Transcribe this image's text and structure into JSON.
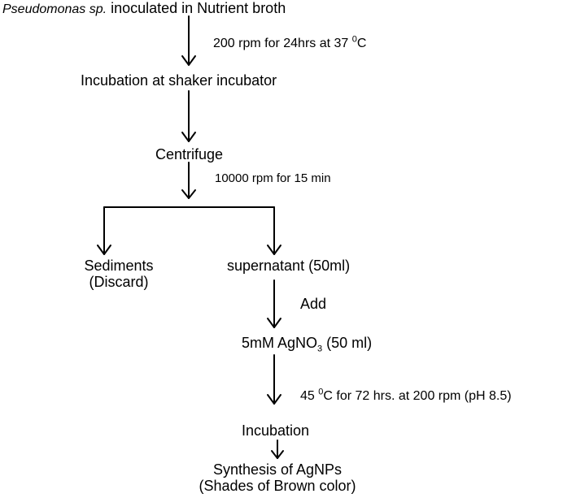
{
  "flow": {
    "start": {
      "organism": "Pseudomonas sp.",
      "rest": " inoculated in Nutrient broth"
    },
    "cond1": {
      "text": "200 rpm for 24hrs at 37 ",
      "sup": "0",
      "unit": "C"
    },
    "step_incubation_shaker": "Incubation at shaker incubator",
    "step_centrifuge": "Centrifuge",
    "cond2": "10000 rpm for 15 min",
    "sediments": {
      "line1": "Sediments",
      "line2": "(Discard)"
    },
    "supernatant": "supernatant (50ml)",
    "add_label": "Add",
    "agno3": {
      "prefix": "5mM AgNO",
      "sub": "3",
      "suffix": " (50 ml)"
    },
    "cond3": {
      "prefix": "45 ",
      "sup": "0",
      "rest": "C for 72 hrs. at 200 rpm (pH 8.5)"
    },
    "step_incubation": "Incubation",
    "result": {
      "line1": "Synthesis of AgNPs",
      "line2": "(Shades of Brown color)"
    }
  }
}
